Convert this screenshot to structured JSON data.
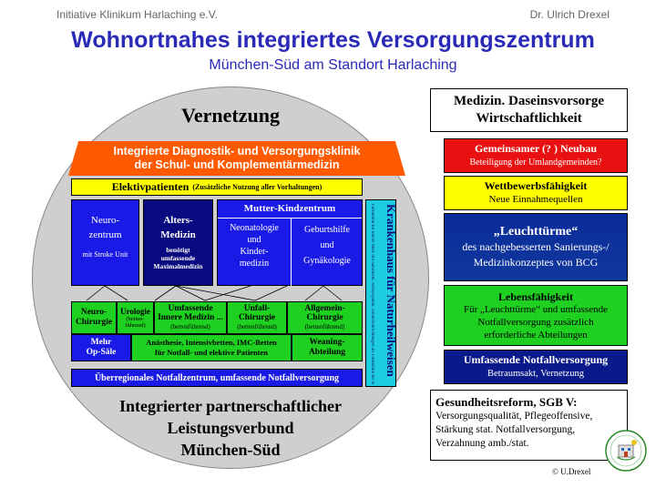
{
  "header": {
    "left": "Initiative Klinikum Harlaching e.V.",
    "right": "Dr. Ulrich Drexel",
    "title": "Wohnortnahes integriertes Versorgungszentrum",
    "subtitle": "München-Süd am Standort Harlaching"
  },
  "oval": {
    "top_label": "Vernetzung",
    "bottom_lines": [
      "Integrierter partnerschaftlicher",
      "Leistungsverbund",
      "München-Süd"
    ]
  },
  "klinik": {
    "banner_lines": [
      "Integrierte Diagnostik- und Versorgungsklinik",
      "der Schul- und Komplementärmedizin"
    ],
    "elektiv_main": "Elektivpatienten",
    "elektiv_note": "(Zusätzliche Nutzung aller Vorhaltungen)",
    "neuro": {
      "title_lines": [
        "Neuro-",
        "zentrum"
      ],
      "note": "mit Stroke Unit"
    },
    "alters": {
      "title_lines": [
        "Alters-",
        "Medizin"
      ],
      "note_lines": [
        "benötigt",
        "umfassende",
        "Maximalmedizin"
      ]
    },
    "mutter_kind": {
      "title": "Mutter-Kindzentrum",
      "neonatologie_lines": [
        "Neonatologie",
        "und",
        "Kinder-",
        "medizin"
      ],
      "geburtshilfe_lines": [
        "Geburtshilfe",
        "und",
        "Gynäkologie"
      ]
    },
    "green_row": [
      {
        "lines": [
          "Neuro-",
          "Chirurgie"
        ],
        "note": ""
      },
      {
        "lines": [
          "Urologie"
        ],
        "note": "(betten-\nführend)"
      },
      {
        "lines": [
          "Umfassende",
          "Innere Medizin ..."
        ],
        "note": "(bettenführend)"
      },
      {
        "lines": [
          "Unfall-",
          "Chirurgie"
        ],
        "note": "(bettenführend)"
      },
      {
        "lines": [
          "Allgemein-",
          "Chirurgie"
        ],
        "note": "(bettenführend)"
      }
    ],
    "op": [
      "Mehr",
      "Op-Säle"
    ],
    "anaesthesie": [
      "Anästhesie, Intensivbetten, IMC-Betten",
      "für Notfall- und elektive Patienten"
    ],
    "weaning": [
      "Weaning-",
      "Abteilung"
    ],
    "notfall_bar": "Überregionales Notfallzentrum, umfassende Notfallversorgung",
    "naturheil_title": "Krankenhaus für Naturheilweisen",
    "naturheil_note": "Fachklinik für Innere Med. mit naturheilk. Schwerpunkt. Sondereinrichtungen als Fachklinik für innere Medizin mit"
  },
  "right_panel": {
    "box1": [
      "Medizin. Daseinsvorsorge",
      "Wirtschaftlichkeit"
    ],
    "box2": {
      "title": "Gemeinsamer (? ) Neubau",
      "sub": "Beteiligung der Umlandgemeinden?"
    },
    "box3": {
      "title": "Wettbewerbsfähigkeit",
      "sub": "Neue Einnahmequellen"
    },
    "box4": [
      "„Leuchttürme“",
      "des nachgebesserten Sanierungs-/",
      "Medizinkonzeptes von BCG"
    ],
    "box5": {
      "title": "Lebensfähigkeit",
      "lines": [
        "Für „Leuchttürme“ und umfassende",
        "Notfallversorgung zusätzlich",
        "erforderliche Abteilungen"
      ]
    },
    "box6": {
      "title": "Umfassende Notfallversorgung",
      "sub": "Betraumsakt, Vernetzung"
    },
    "box7": {
      "title": "Gesundheitsreform, SGB V:",
      "lines": [
        "Versorgungsqualität, Pflegeoffensive,",
        "Stärkung stat. Notfallversorgung,",
        "Verzahnung amb./stat."
      ]
    }
  },
  "copyright": "© U.Drexel",
  "colors": {
    "title_blue": "#2a2ab8",
    "royal_blue": "#1a1ae6",
    "navy": "#0a0a80",
    "green": "#1ed020",
    "yellow": "#ffff00",
    "orange": "#ff5a00",
    "red": "#e81010",
    "oval_grey": "#cfcfcf"
  }
}
